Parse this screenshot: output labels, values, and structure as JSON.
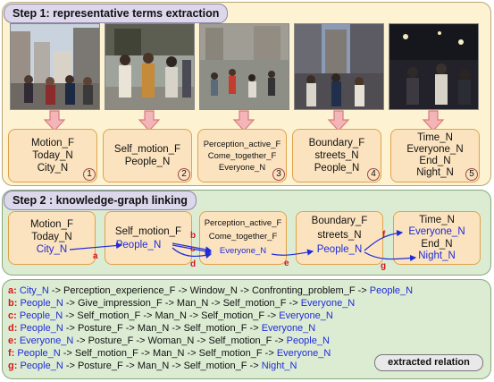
{
  "step1_title": "Step 1: representative terms extraction",
  "step2_title": "Step 2 : knowledge-graph linking",
  "photos": [
    {
      "scene": "street-crowd"
    },
    {
      "scene": "street-performers"
    },
    {
      "scene": "plaza-gathering"
    },
    {
      "scene": "dusk-crowd"
    },
    {
      "scene": "night-crowd"
    }
  ],
  "term_boxes": [
    {
      "number": "1",
      "terms": [
        "Motion_F",
        "Today_N",
        "City_N"
      ]
    },
    {
      "number": "2",
      "terms": [
        "Self_motion_F",
        "People_N"
      ]
    },
    {
      "number": "3",
      "terms": [
        "Perception_active_F",
        "Come_together_F",
        "Everyone_N"
      ]
    },
    {
      "number": "4",
      "terms": [
        "Boundary_F",
        "streets_N",
        "People_N"
      ]
    },
    {
      "number": "5",
      "terms": [
        "Time_N",
        "Everyone_N",
        "End_N",
        "Night_N"
      ]
    }
  ],
  "kg_boxes": [
    {
      "terms": [
        {
          "text": "Motion_F",
          "linked": false
        },
        {
          "text": "Today_N",
          "linked": false
        },
        {
          "text": "City_N",
          "linked": true
        }
      ]
    },
    {
      "terms": [
        {
          "text": "Self_motion_F",
          "linked": false
        },
        {
          "text": "People_N",
          "linked": true
        }
      ]
    },
    {
      "terms": [
        {
          "text": "Perception_active_F",
          "linked": false
        },
        {
          "text": "Come_together_F",
          "linked": false
        },
        {
          "text": "Everyone_N",
          "linked": true
        }
      ]
    },
    {
      "terms": [
        {
          "text": "Boundary_F",
          "linked": false
        },
        {
          "text": "streets_N",
          "linked": false
        },
        {
          "text": "People_N",
          "linked": true
        }
      ]
    },
    {
      "terms": [
        {
          "text": "Time_N",
          "linked": false
        },
        {
          "text": "Everyone_N",
          "linked": true
        },
        {
          "text": "End_N",
          "linked": false
        },
        {
          "text": "Night_N",
          "linked": true
        }
      ]
    }
  ],
  "edges": [
    {
      "label": "a",
      "from": "City_N",
      "to": "People_N"
    },
    {
      "label": "b",
      "from": "People_N",
      "to": "Everyone_N"
    },
    {
      "label": "c",
      "from": "People_N",
      "to": "Everyone_N"
    },
    {
      "label": "d",
      "from": "People_N",
      "to": "Everyone_N"
    },
    {
      "label": "e",
      "from": "Everyone_N",
      "to": "People_N"
    },
    {
      "label": "f",
      "from": "People_N",
      "to": "Everyone_N"
    },
    {
      "label": "g",
      "from": "People_N",
      "to": "Night_N"
    }
  ],
  "relations": [
    {
      "letter": "a:",
      "parts": [
        {
          "t": " City_N",
          "blue": true
        },
        {
          "t": " -> Perception_experience_F -> Window_N -> Confronting_problem_F -> ",
          "blue": false
        },
        {
          "t": "People_N",
          "blue": true
        }
      ]
    },
    {
      "letter": "b:",
      "parts": [
        {
          "t": " People_N",
          "blue": true
        },
        {
          "t": " -> Give_impression_F -> Man_N -> Self_motion_F -> ",
          "blue": false
        },
        {
          "t": "Everyone_N",
          "blue": true
        }
      ]
    },
    {
      "letter": "c:",
      "parts": [
        {
          "t": " People_N",
          "blue": true
        },
        {
          "t": " -> Self_motion_F -> Man_N -> Self_motion_F -> ",
          "blue": false
        },
        {
          "t": "Everyone_N",
          "blue": true
        }
      ]
    },
    {
      "letter": "d:",
      "parts": [
        {
          "t": " People_N",
          "blue": true
        },
        {
          "t": " -> Posture_F -> Man_N -> Self_motion_F -> ",
          "blue": false
        },
        {
          "t": "Everyone_N",
          "blue": true
        }
      ]
    },
    {
      "letter": "e:",
      "parts": [
        {
          "t": " Everyone_N",
          "blue": true
        },
        {
          "t": " -> Posture_F -> Woman_N -> Self_motion_F -> ",
          "blue": false
        },
        {
          "t": "People_N",
          "blue": true
        }
      ]
    },
    {
      "letter": "f:",
      "parts": [
        {
          "t": " People_N",
          "blue": true
        },
        {
          "t": " -> Self_motion_F -> Man_N -> Self_motion_F -> ",
          "blue": false
        },
        {
          "t": "Everyone_N",
          "blue": true
        }
      ]
    },
    {
      "letter": "g:",
      "parts": [
        {
          "t": " People_N",
          "blue": true
        },
        {
          "t": " -> Posture_F -> Man_N -> Self_motion_F -> ",
          "blue": false
        },
        {
          "t": "Night_N",
          "blue": true
        }
      ]
    }
  ],
  "legend": "extracted relation",
  "colors": {
    "linked_term": "#1f2bd8",
    "edge_label": "#d8151a",
    "arrow": "#1f2bd8",
    "box_fill": "#fbe3bf",
    "box_border": "#e0a24a"
  }
}
